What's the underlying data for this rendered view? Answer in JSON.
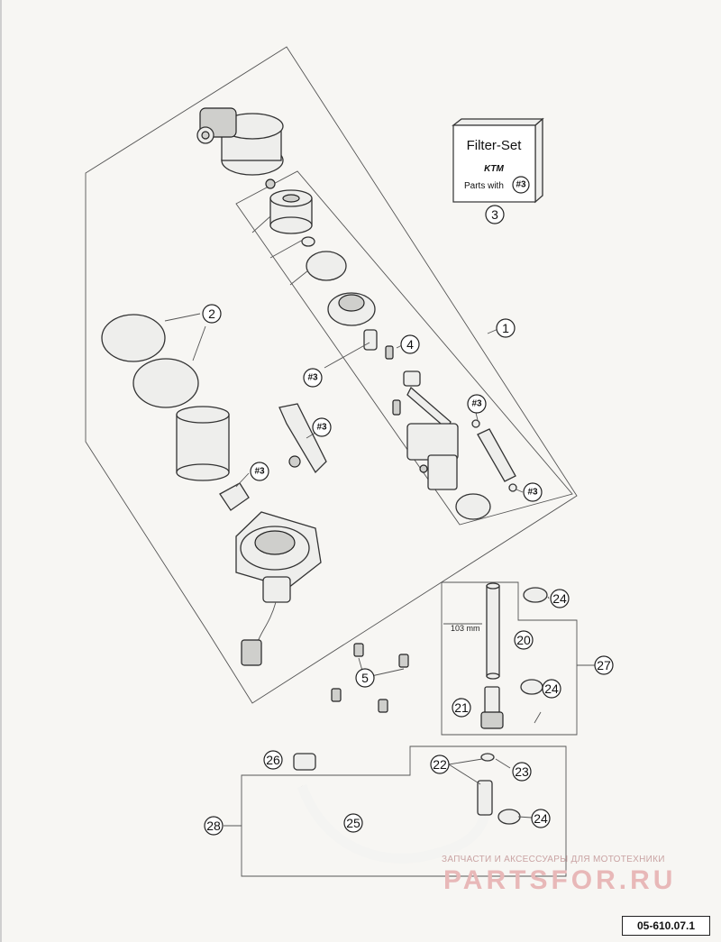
{
  "filter_box": {
    "title": "Filter-Set",
    "brand": "KTM",
    "sub_label": "Parts with",
    "sub_ref": "#3"
  },
  "callouts": {
    "c1": "1",
    "c2": "2",
    "c3": "3",
    "c4": "4",
    "c5": "5",
    "c20": "20",
    "c21": "21",
    "c22": "22",
    "c23": "23",
    "c24a": "24",
    "c24b": "24",
    "c24c": "24",
    "c25": "25",
    "c26": "26",
    "c27": "27",
    "c28": "28"
  },
  "refs": {
    "r1": "#3",
    "r2": "#3",
    "r3": "#3",
    "r4": "#3",
    "r5": "#3"
  },
  "dimension_label": "103 mm",
  "watermark": {
    "top": "ЗАПЧАСТИ И АКСЕССУАРЫ ДЛЯ МОТОТЕХНИКИ",
    "big": "PARTSFOR.RU"
  },
  "drawing_number": "05-610.07.1"
}
